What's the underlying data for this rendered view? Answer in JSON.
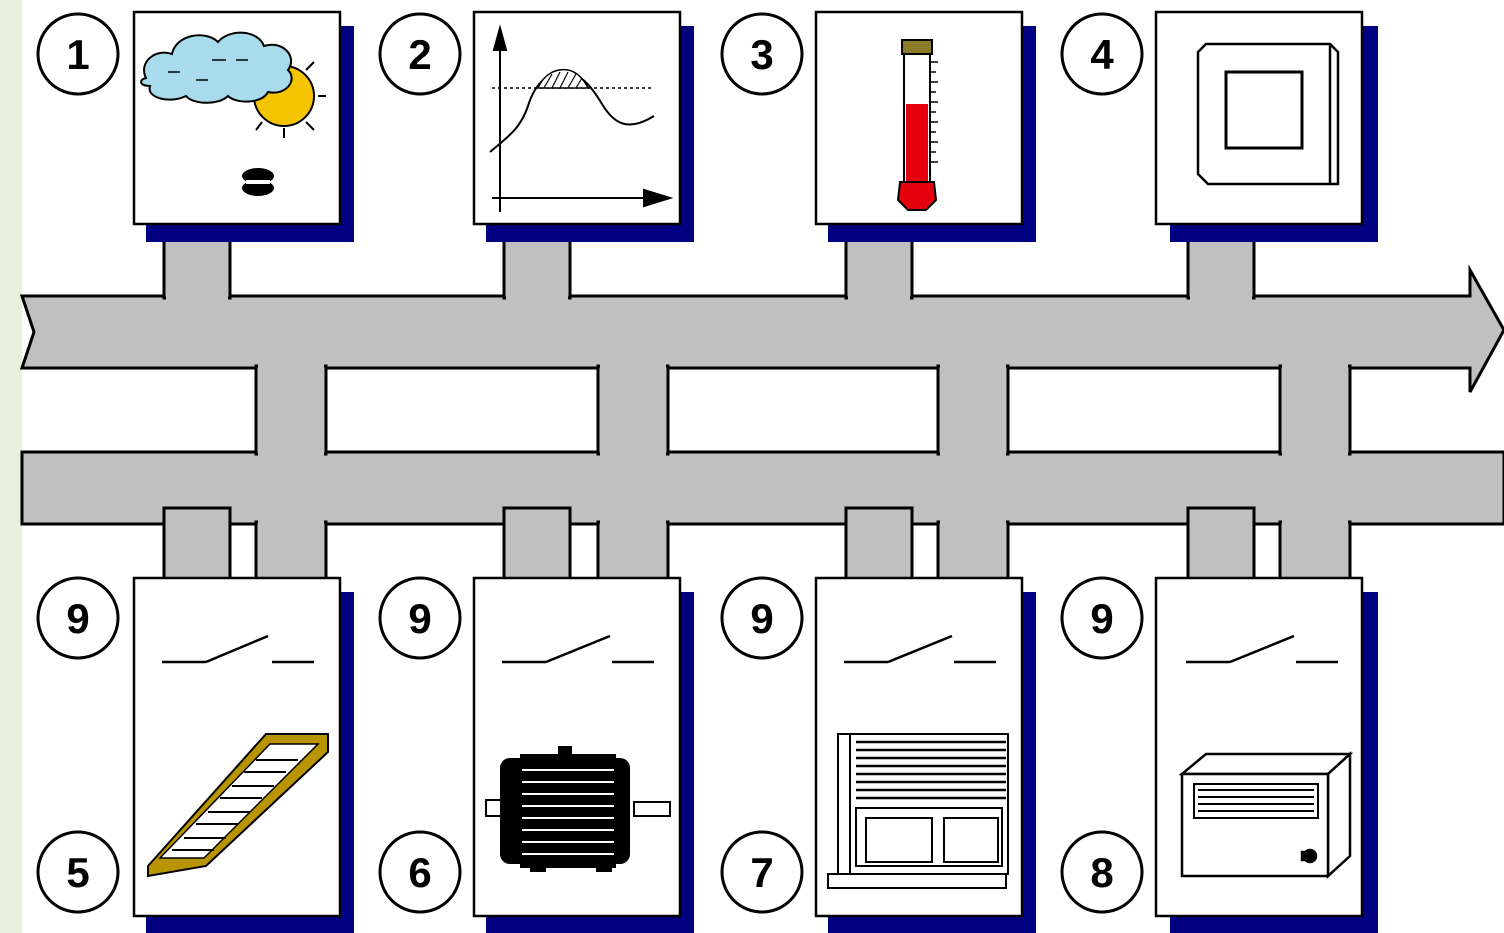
{
  "colors": {
    "left_strip": "#e6f0dc",
    "bus_fill": "#c0c0c0",
    "bus_outline": "#000000",
    "shadow": "#000080",
    "card": "#ffffff",
    "cloud": "#a8dcec",
    "sun": "#f5c400",
    "thermo_red": "#e4000c",
    "thermo_cap": "#8a7a2a",
    "lamp_gold": "#b89400"
  },
  "top_devices": [
    {
      "number": "1",
      "icon": "weather-sensor-icon"
    },
    {
      "number": "2",
      "icon": "trend-graph-icon"
    },
    {
      "number": "3",
      "icon": "thermometer-icon"
    },
    {
      "number": "4",
      "icon": "wall-panel-icon"
    }
  ],
  "bottom_devices": [
    {
      "switch_number": "9",
      "number": "5",
      "icon": "light-fixture-icon"
    },
    {
      "switch_number": "9",
      "number": "6",
      "icon": "electric-motor-icon"
    },
    {
      "switch_number": "9",
      "number": "7",
      "icon": "window-blind-icon"
    },
    {
      "switch_number": "9",
      "number": "8",
      "icon": "heater-unit-icon"
    }
  ]
}
